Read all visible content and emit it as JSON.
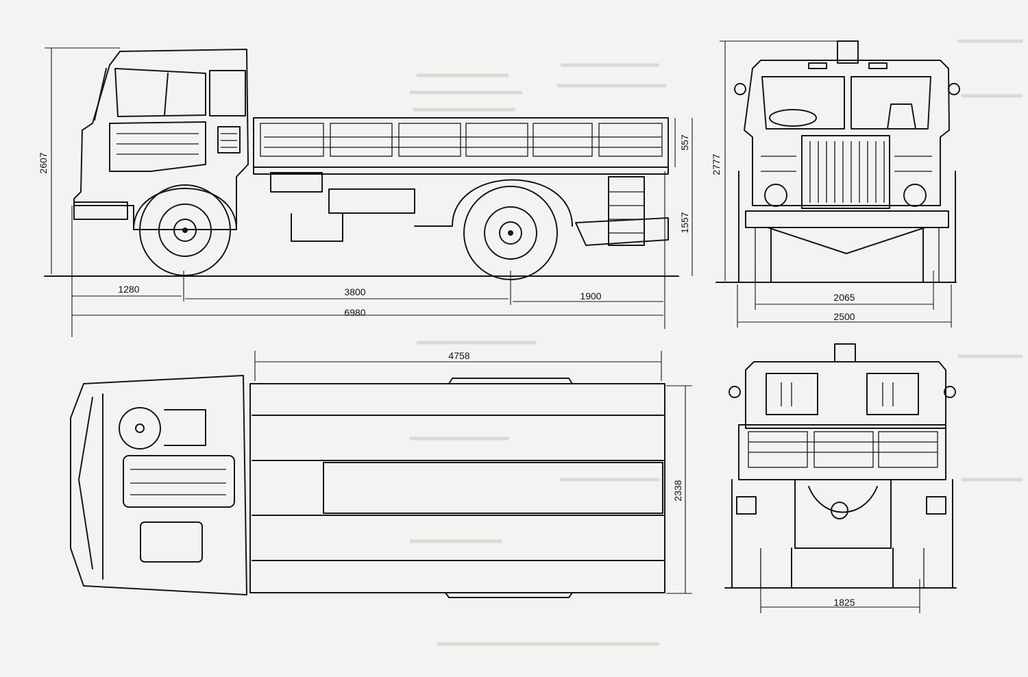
{
  "dimensions": {
    "side_height": "2607",
    "wheel_dia": "1557",
    "side_height_rail": "557",
    "front_overhang": "1280",
    "wheelbase": "3800",
    "rear_overhang": "1900",
    "overall_length": "6980",
    "front_height": "2777",
    "front_track": "2065",
    "overall_width": "2500",
    "bed_length": "4758",
    "bed_width": "2338",
    "rear_track": "1825"
  },
  "views": [
    "side",
    "front",
    "top",
    "rear"
  ],
  "colors": {
    "ink": "#161616",
    "paper": "#f3f3f1"
  }
}
